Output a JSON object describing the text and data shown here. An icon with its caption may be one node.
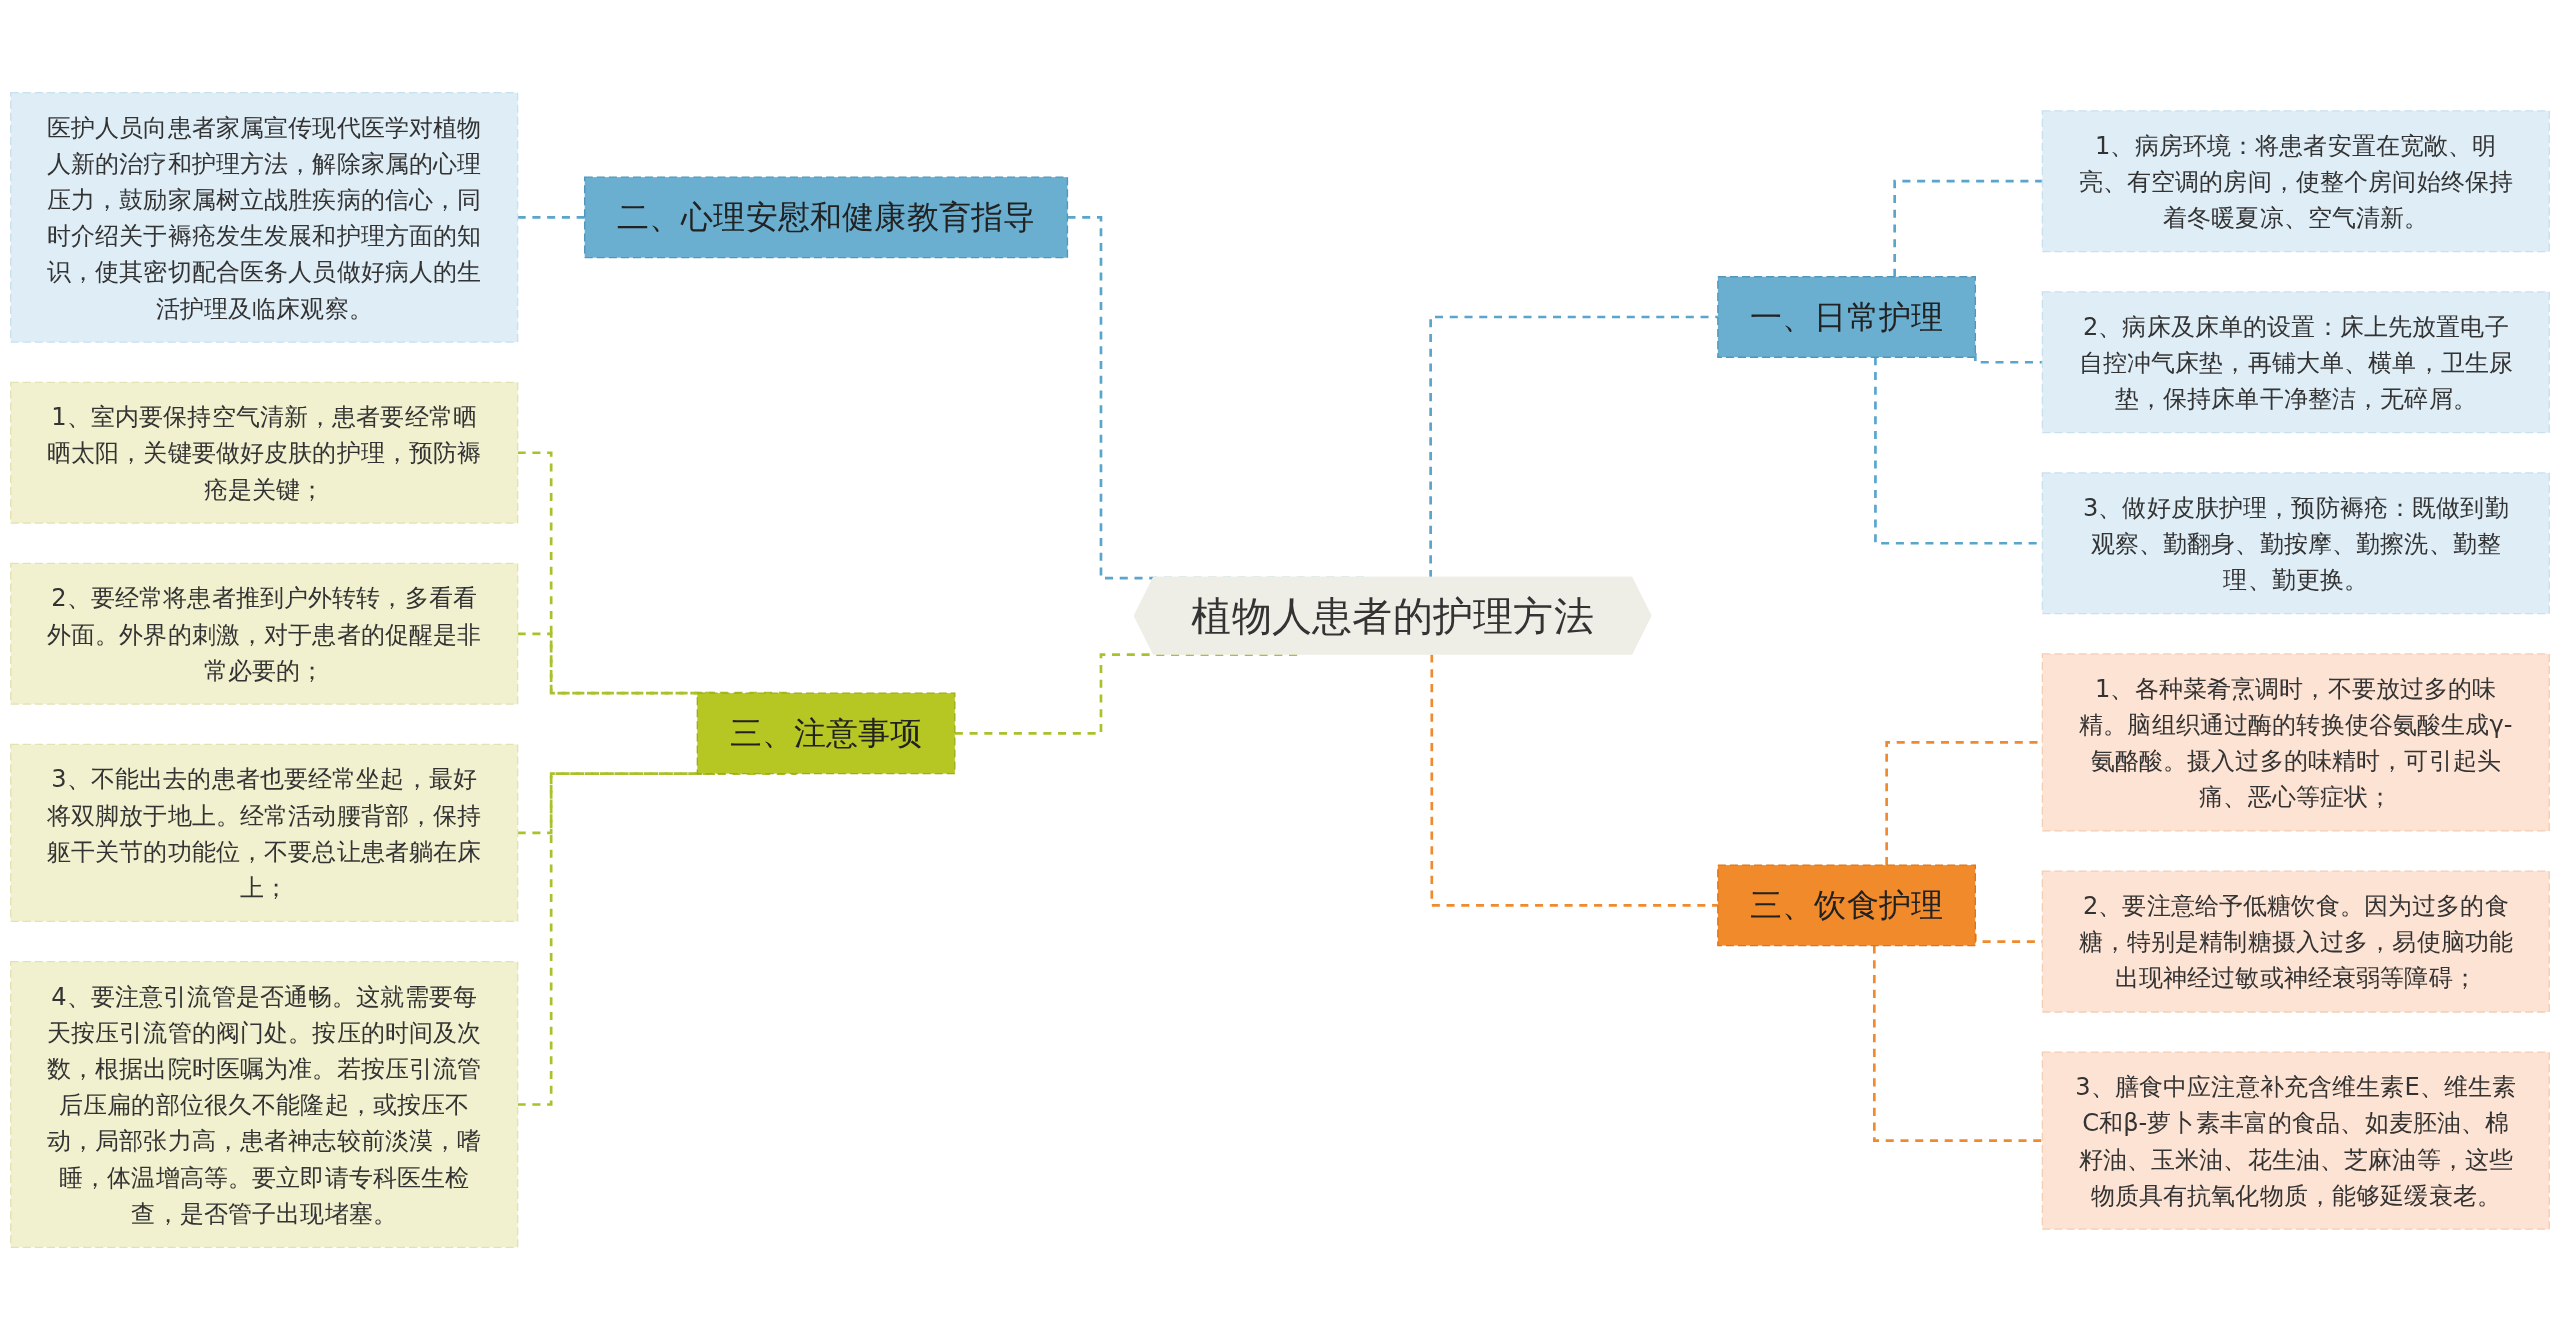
{
  "diagram": {
    "nodes": [
      {
        "text": [
          "植物人患者的护理方法"
        ]
      },
      {
        "text": [
          "二、心理安慰和健康教育指导"
        ]
      },
      {
        "text": [
          "医护人员向患者家属宣传现代医学对植物人新的治疗和护理方法，解除家属的心理压力，鼓励家属树立战胜疾病的信心，同时介绍关于褥疮发生发展和护理方面的知识，使其密切配合医务人员做好病人的生活护理及临床观察。"
        ]
      },
      {
        "text": [
          "三、注意事项"
        ]
      },
      {
        "text": [
          "1、室内要保持空气清新，患者要经常晒晒太阳，关键要做好皮肤的护理，预防褥疮是关键；"
        ]
      },
      {
        "text": [
          "2、要经常将患者推到户外转转，多看看外面。外界的刺激，对于患者的促醒是非常必要的；"
        ]
      },
      {
        "text": [
          "3、不能出去的患者也要经常坐起，最好将双脚放于地上。经常活动腰背部，保持躯干关节的功能位，不要总让患者躺在床上；"
        ]
      },
      {
        "text": [
          "4、要注意引流管是否通畅。这就需要每天按压引流管的阀门处。按压的时间及次数，根据出院时医嘱为准。若按压引流管后压扁的部位很久不能隆起，或按压不动，局部张力高，患者神志较前淡漠，嗜睡，体温增高等。要立即请专科医生检查，是否管子出现堵塞。"
        ]
      },
      {
        "text": [
          "一、日常护理"
        ]
      },
      {
        "text": [
          "1、病房环境：将患者安置在宽敞、明亮、有空调的房间，使整个房间始终保持着冬暖夏凉、空气清新。"
        ]
      },
      {
        "text": [
          "2、病床及床单的设置：床上先放置电子自控冲气床垫，再铺大单、横单，卫生尿垫，保持床单干净整洁，无碎屑。"
        ]
      },
      {
        "text": [
          "3、做好皮肤护理，预防褥疮：既做到勤观察、勤翻身、勤按摩、勤擦洗、勤整理、勤更换。"
        ]
      },
      {
        "text": [
          "三、饮食护理"
        ]
      },
      {
        "text": [
          "1、各种菜肴烹调时，不要放过多的味精。脑组织通过酶的转换使谷氨酸生成γ-氨酪酸。摄入过多的味精时，可引起头痛、恶心等症状；"
        ]
      },
      {
        "text": [
          "2、要注意给予低糖饮食。因为过多的食糖，特别是精制糖摄入过多，易使脑功能出现神经过敏或神经衰弱等障碍；"
        ]
      },
      {
        "text": [
          "3、膳食中应注意补充含维生素E、维生素C和β-萝卜素丰富的食品、如麦胚油、棉籽油、玉米油、花生油、芝麻油等，这些物质具有抗氧化物质，能够延缓衰老。"
        ]
      }
    ],
    "edges": [
      {
        "from": 2,
        "to": 1,
        "arrow": "none",
        "style": "dashed"
      },
      {
        "from": 1,
        "to": 0,
        "arrow": "none",
        "style": "dashed"
      },
      {
        "from": 4,
        "to": 3,
        "arrow": "none",
        "style": "dashed",
        "color": "#a9c12a"
      },
      {
        "from": 5,
        "to": 3,
        "arrow": "none",
        "style": "dashed",
        "color": "#a9c12a"
      },
      {
        "from": 6,
        "to": 3,
        "arrow": "none",
        "style": "dashed",
        "color": "#a9c12a"
      },
      {
        "from": 7,
        "to": 3,
        "arrow": "none",
        "style": "dashed",
        "color": "#a9c12a"
      },
      {
        "from": 3,
        "to": 0,
        "arrow": "none",
        "style": "dashed",
        "color": "#a9c12a"
      },
      {
        "from": 0,
        "to": 8,
        "arrow": "none",
        "style": "dashed"
      },
      {
        "from": 8,
        "to": 9,
        "arrow": "none",
        "style": "dashed"
      },
      {
        "from": 8,
        "to": 10,
        "arrow": "none",
        "style": "dashed"
      },
      {
        "from": 8,
        "to": 11,
        "arrow": "none",
        "style": "dashed"
      },
      {
        "from": 0,
        "to": 12,
        "arrow": "none",
        "style": "dashed",
        "color": "#ef8a2e"
      },
      {
        "from": 12,
        "to": 13,
        "arrow": "none",
        "style": "dashed",
        "color": "#ef8a2e"
      },
      {
        "from": 12,
        "to": 14,
        "arrow": "none",
        "style": "dashed",
        "color": "#ef8a2e"
      },
      {
        "from": 12,
        "to": 15,
        "arrow": "none",
        "style": "dashed",
        "color": "#ef8a2e"
      }
    ]
  }
}
